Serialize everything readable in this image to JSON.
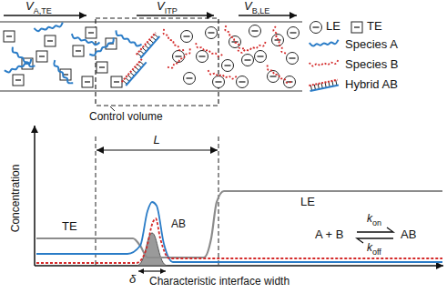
{
  "diagram": {
    "labels": [
      "V",
      "A,TE",
      "V",
      "ITP",
      "V",
      "B,LE",
      "Control volume",
      "Concentration",
      "L",
      "TE",
      "LE",
      "AB",
      "δ",
      "Characteristic interface width",
      "A + B",
      "AB",
      "k",
      "on",
      "k",
      "off"
    ],
    "legend": [
      {
        "text": "LE"
      },
      {
        "text": "TE"
      },
      {
        "text": "Species A"
      },
      {
        "text": "Species B"
      },
      {
        "text": "Hybrid AB"
      }
    ]
  }
}
